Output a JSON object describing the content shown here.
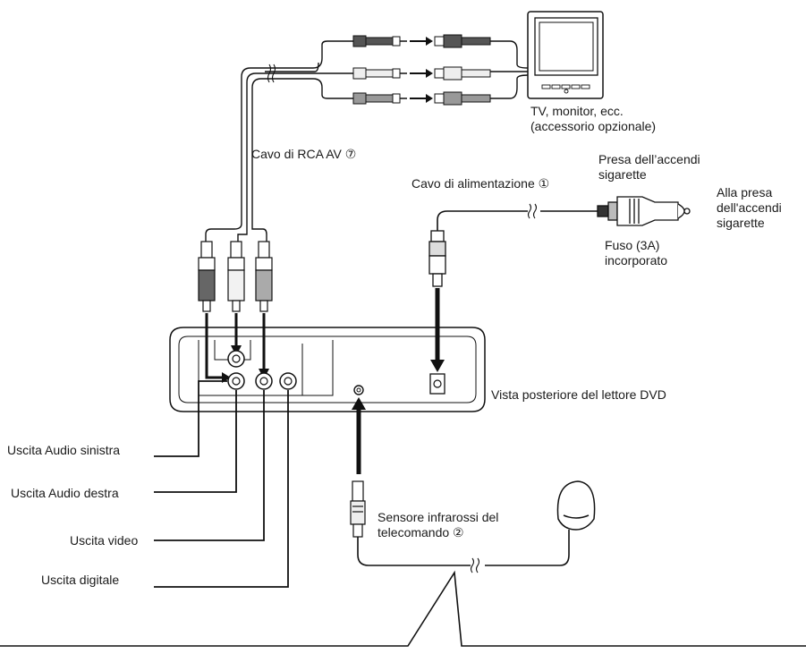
{
  "labels": {
    "tv_monitor": "TV, monitor, ecc.",
    "tv_accessory": "(accessorio opzionale)",
    "rca_cable": "Cavo di RCA AV ⑦",
    "power_cable": "Cavo di alimentazione ①",
    "cigarette_socket_1": "Presa dell’accendi",
    "cigarette_socket_2": "sigarette",
    "to_socket_1": "Alla presa",
    "to_socket_2": "dell'accendi",
    "to_socket_3": "sigarette",
    "fuse_1": "Fuso (3A)",
    "fuse_2": "incorporato",
    "rear_view": "Vista posteriore del lettore DVD",
    "audio_left": "Uscita Audio sinistra",
    "audio_right": "Uscita Audio destra",
    "video_out": "Uscita video",
    "digital_out": "Uscita digitale",
    "ir_sensor_1": "Sensore infrarossi del",
    "ir_sensor_2": "telecomando ②"
  },
  "colors": {
    "line": "#111111",
    "plug_dark": "#555555",
    "plug_mid": "#999999",
    "plug_light": "#e6e6e6"
  }
}
